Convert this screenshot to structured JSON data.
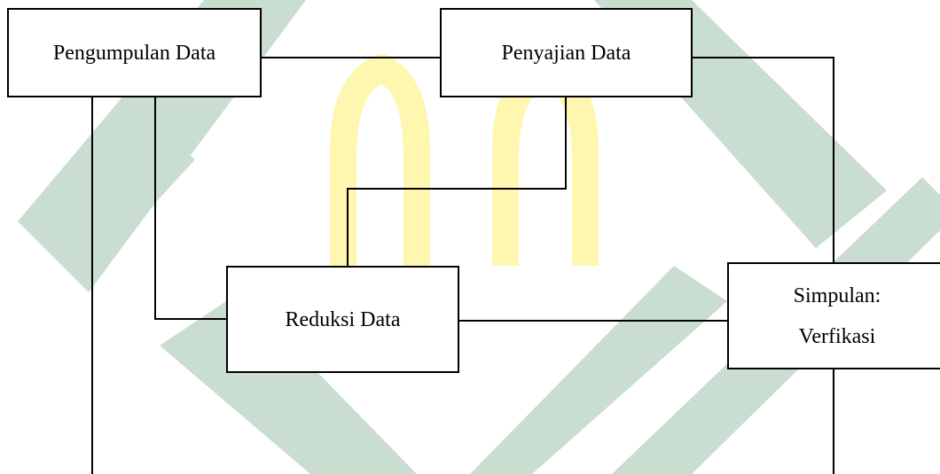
{
  "colors": {
    "background": "#ffffff",
    "watermark": "#c9ddd0",
    "watermark_gold": "#fff6b0",
    "line": "#000000"
  },
  "diagram": {
    "nodes": {
      "pengumpulan": {
        "label": "Pengumpulan Data"
      },
      "penyajian": {
        "label": "Penyajian Data"
      },
      "reduksi": {
        "label": "Reduksi Data"
      },
      "simpulan": {
        "line1": "Simpulan:",
        "line2": "Verfikasi"
      }
    },
    "edges": [
      {
        "from": "pengumpulan",
        "to": "penyajian"
      },
      {
        "from": "pengumpulan",
        "to": "reduksi"
      },
      {
        "from": "penyajian",
        "to": "reduksi"
      },
      {
        "from": "penyajian",
        "to": "simpulan"
      },
      {
        "from": "reduksi",
        "to": "simpulan"
      },
      {
        "from": "pengumpulan",
        "to": "simpulan"
      }
    ]
  }
}
